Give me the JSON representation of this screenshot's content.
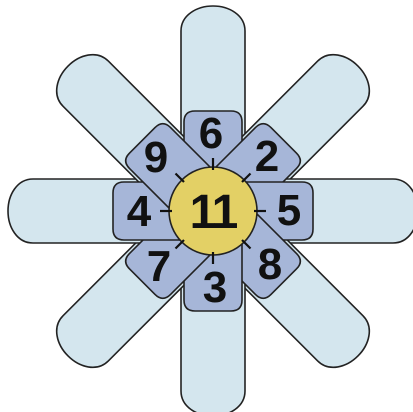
{
  "center": {
    "value": "11",
    "color": "#e3d065"
  },
  "petals": [
    {
      "position": "top",
      "value": "6"
    },
    {
      "position": "top-right",
      "value": "2"
    },
    {
      "position": "right",
      "value": "5"
    },
    {
      "position": "bottom-right",
      "value": "8"
    },
    {
      "position": "bottom",
      "value": "3"
    },
    {
      "position": "bottom-left",
      "value": "7"
    },
    {
      "position": "left",
      "value": "4"
    },
    {
      "position": "top-left",
      "value": "9"
    }
  ],
  "colors": {
    "outer_petal": "#d4e6ee",
    "inner_petal": "#a6b6d8",
    "outline": "#222222"
  }
}
